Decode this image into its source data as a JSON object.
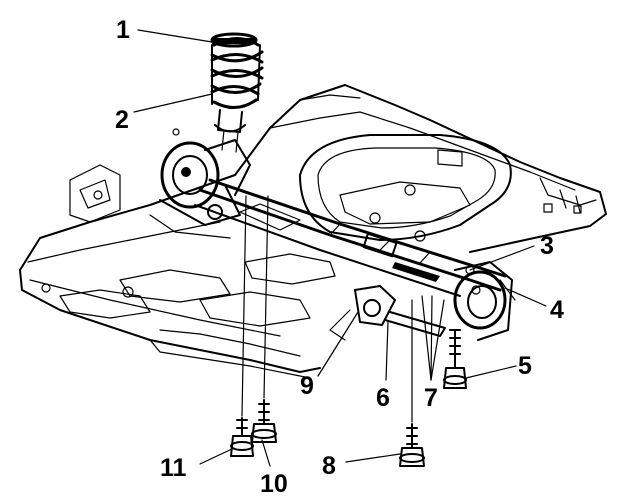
{
  "callouts": [
    {
      "id": "1",
      "text": "1"
    },
    {
      "id": "2",
      "text": "2"
    },
    {
      "id": "3",
      "text": "3"
    },
    {
      "id": "4",
      "text": "4"
    },
    {
      "id": "5",
      "text": "5"
    },
    {
      "id": "6",
      "text": "6"
    },
    {
      "id": "7",
      "text": "7"
    },
    {
      "id": "8",
      "text": "8"
    },
    {
      "id": "9",
      "text": "9"
    },
    {
      "id": "10",
      "text": "10"
    },
    {
      "id": "11",
      "text": "11"
    }
  ],
  "colors": {
    "ink": "#000000",
    "paper": "#ffffff"
  }
}
